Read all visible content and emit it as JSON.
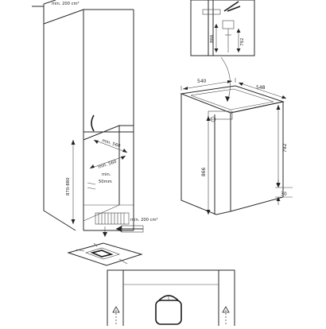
{
  "labels": {
    "vent_top": "min. 200 cm²",
    "vent_bottom": "min. 200 cm²",
    "niche_height": "870-880",
    "niche_width_top": "min. 560",
    "niche_width_mid": "min. 560",
    "gap_label": "min.",
    "gap_value": "50mm",
    "detail_h1": "866",
    "detail_h2": "792",
    "width": "540",
    "depth": "548",
    "height_left": "866",
    "height_right": "792",
    "plinth": "30"
  }
}
